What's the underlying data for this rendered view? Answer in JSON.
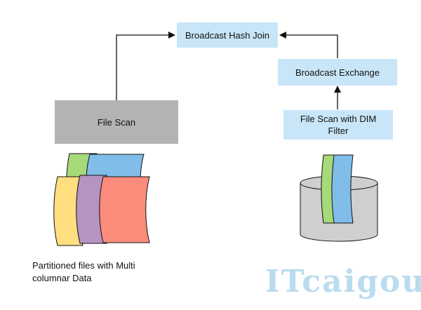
{
  "nodes": {
    "broadcast_hash_join": "Broadcast Hash Join",
    "broadcast_exchange": "Broadcast Exchange",
    "file_scan": "File Scan",
    "file_scan_dim_line1": "File Scan with DIM",
    "file_scan_dim_line2": "Filter"
  },
  "captions": {
    "partitioned_line1": "Partitioned files with Multi",
    "partitioned_line2": "columnar Data"
  },
  "watermark": "ITcaigou",
  "colors": {
    "box_blue": "#c8e6f7",
    "box_gray": "#b3b3b3",
    "file_green": "#a6d97a",
    "file_blue": "#80bde8",
    "file_yellow": "#ffdf80",
    "file_purple": "#b594c2",
    "file_salmon": "#fb8c7c",
    "cylinder_gray": "#cfcfcf",
    "watermark": "#b9dcee"
  }
}
